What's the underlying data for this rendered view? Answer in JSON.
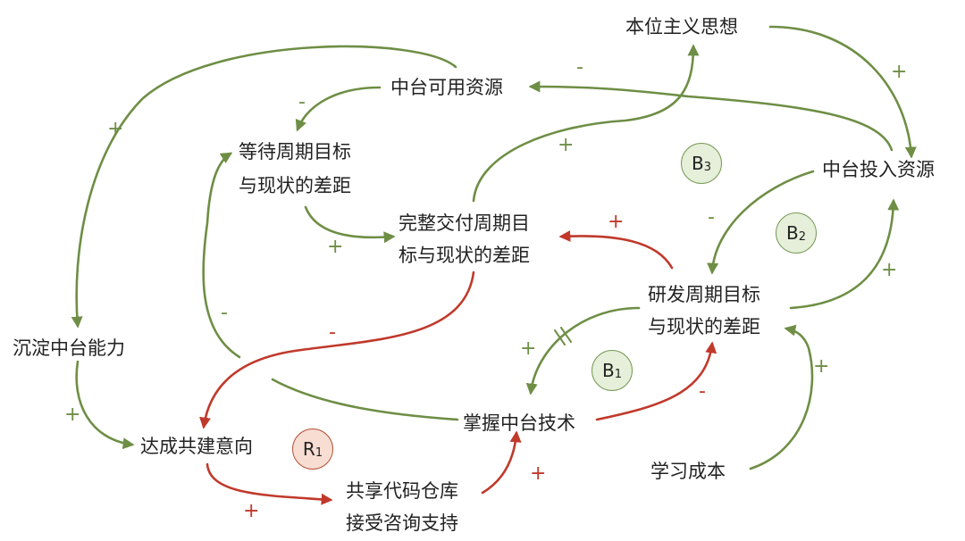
{
  "colors": {
    "positive": "#6e8e45",
    "negative": "#c0392b"
  },
  "nodes": {
    "ben_wei": "本位主义思想",
    "zt_keyong": "中台可用资源",
    "dengdai_l1": "等待周期目标",
    "dengdai_l2": "与现状的差距",
    "wanzheng_l1": "完整交付周期目",
    "wanzheng_l2": "标与现状的差距",
    "zt_touru": "中台投入资源",
    "yanfa_l1": "研发周期目标",
    "yanfa_l2": "与现状的差距",
    "chendian": "沉淀中台能力",
    "dacheng": "达成共建意向",
    "zhangwo": "掌握中台技术",
    "gongxiang_l1": "共享代码仓库",
    "gongxiang_l2": "接受咨询支持",
    "xuexi": "学习成本"
  },
  "loops": {
    "b3_main": "B",
    "b3_sub": "3",
    "b2_main": "B",
    "b2_sub": "2",
    "b1_main": "B",
    "b1_sub": "1",
    "r1_main": "R",
    "r1_sub": "1"
  },
  "signs": {
    "s_plus": "+",
    "s_minus": "-"
  }
}
